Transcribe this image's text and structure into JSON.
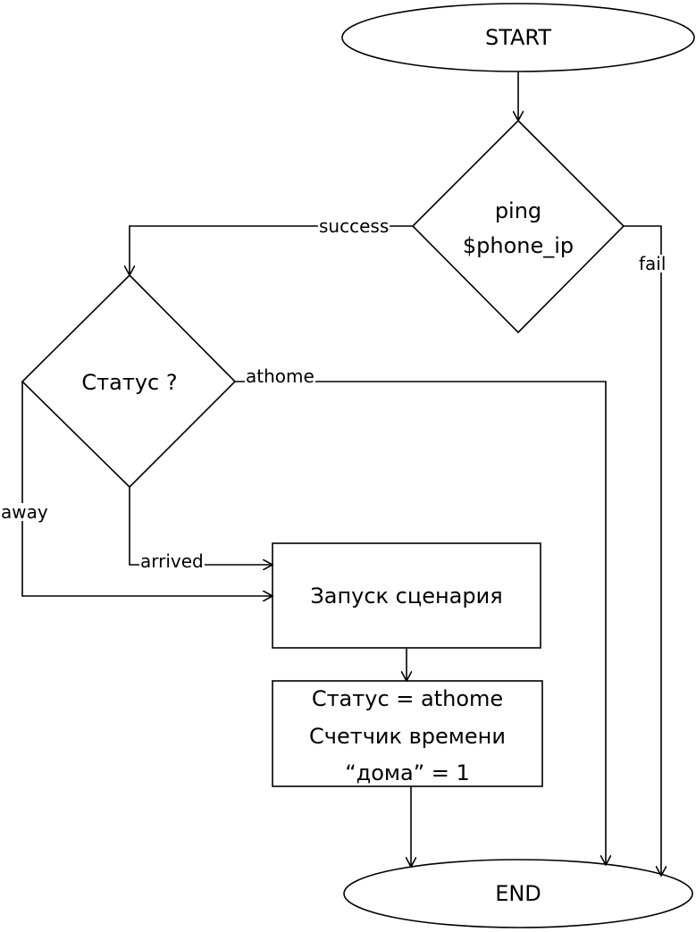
{
  "nodes": {
    "start": "START",
    "ping_line1": "ping",
    "ping_line2": "$phone_ip",
    "status_check": "Статус  ?",
    "run_scenario": "Запуск сценария",
    "set_status_line1": "Статус = athome",
    "set_status_line2": "Счетчик времени",
    "set_status_line3": "“дома” = 1",
    "end": "END"
  },
  "edges": {
    "success": "success",
    "fail": "fail",
    "athome": "athome",
    "away": "away",
    "arrived": "arrived"
  }
}
